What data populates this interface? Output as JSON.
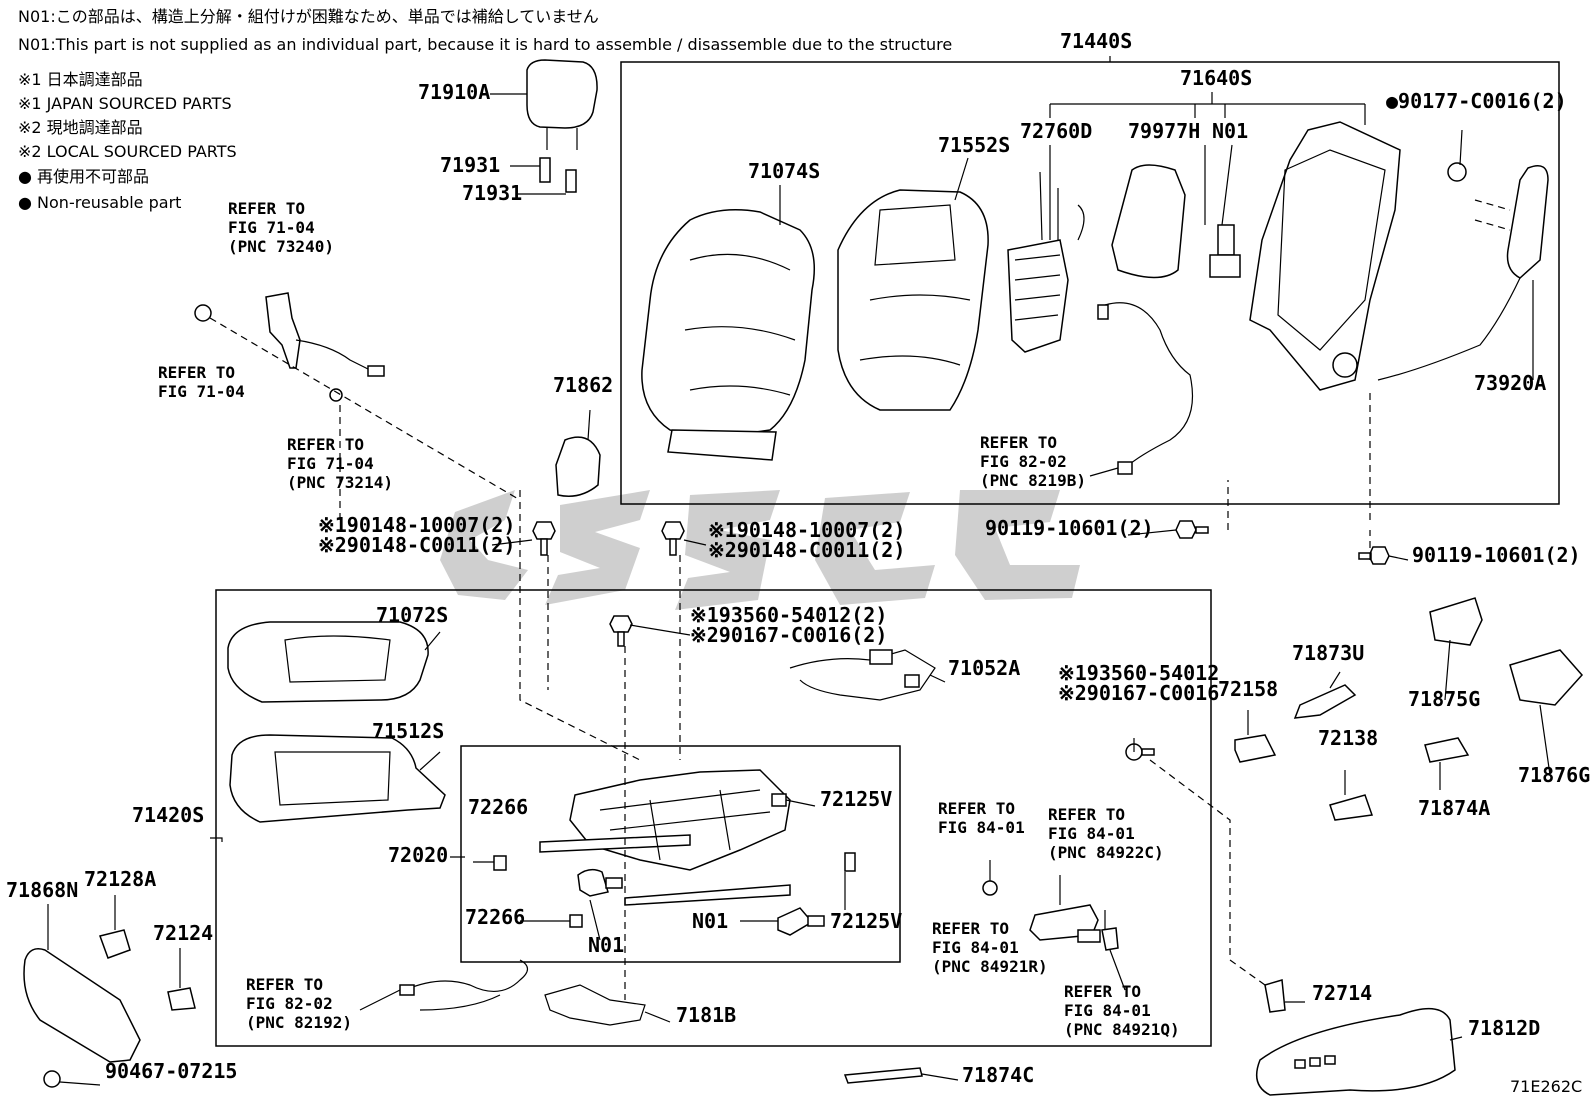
{
  "notes": {
    "n01_jp": "N01:この部品は、構造上分解・組付けが困難なため、単品では補給していません",
    "n01_en": "N01:This part is not supplied as an individual part, because it is hard to assemble / disassemble due to the structure",
    "mark1_jp": "※1 日本調達部品",
    "mark1_en": "※1 JAPAN SOURCED PARTS",
    "mark2_jp": "※2 現地調達部品",
    "mark2_en": "※2 LOCAL SOURCED PARTS",
    "nonreuse_jp": "● 再使用不可部品",
    "nonreuse_en": "● Non-reusable part"
  },
  "figure_id": "71E262C",
  "parts": {
    "p71440S": "71440S",
    "p71640S": "71640S",
    "p71910A": "71910A",
    "p71931a": "71931",
    "p71931b": "71931",
    "p71074S": "71074S",
    "p71552S": "71552S",
    "p72760D": "72760D",
    "p79977H": "79977H",
    "pN01top": "N01",
    "p90177": "●90177-C0016(2)",
    "p73920A": "73920A",
    "p71862": "71862",
    "p90119a": "90119-10601(2)",
    "p90119b": "90119-10601(2)",
    "p190148a1": "※190148-10007(2)",
    "p190148a2": "※290148-C0011(2)",
    "p190148b1": "※190148-10007(2)",
    "p190148b2": "※290148-C0011(2)",
    "p193560a1": "※193560-54012(2)",
    "p193560a2": "※290167-C0016(2)",
    "p193560b1": "※193560-54012",
    "p193560b2": "※290167-C0016",
    "p71072S": "71072S",
    "p71512S": "71512S",
    "p71420S": "71420S",
    "p71052A": "71052A",
    "p72266a": "72266",
    "p72266b": "72266",
    "p72020": "72020",
    "p72125Va": "72125V",
    "p72125Vb": "72125V",
    "pN01a": "N01",
    "pN01b": "N01",
    "p71181B": "7181B",
    "p71868N": "71868N",
    "p72128A": "72128A",
    "p72124": "72124",
    "p90467": "90467-07215",
    "p71874C": "71874C",
    "p72158": "72158",
    "p71873U": "71873U",
    "p72138": "72138",
    "p71875G": "71875G",
    "p71874A": "71874A",
    "p71876G": "71876G",
    "p72714": "72714",
    "p71812D": "71812D"
  },
  "refs": {
    "r1": [
      "REFER TO",
      "FIG 71-04",
      "(PNC 73240)"
    ],
    "r2": [
      "REFER TO",
      "FIG 71-04"
    ],
    "r3": [
      "REFER TO",
      "FIG 71-04",
      "(PNC 73214)"
    ],
    "r4": [
      "REFER TO",
      "FIG 82-02",
      "(PNC 8219B)"
    ],
    "r5": [
      "REFER TO",
      "FIG 84-01"
    ],
    "r6": [
      "REFER TO",
      "FIG 84-01",
      "(PNC 84922C)"
    ],
    "r7": [
      "REFER TO",
      "FIG 84-01",
      "(PNC 84921R)"
    ],
    "r8": [
      "REFER TO",
      "FIG 84-01",
      "(PNC 84921Q)"
    ],
    "r9": [
      "REFER TO",
      "FIG 82-02",
      "(PNC 82192)"
    ]
  }
}
